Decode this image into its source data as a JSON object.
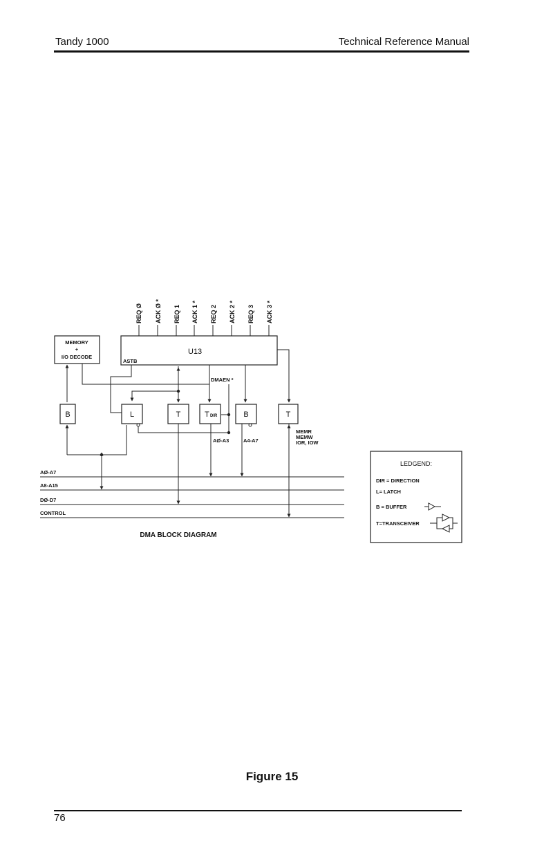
{
  "header": {
    "left": "Tandy 1000",
    "right": "Technical Reference Manual"
  },
  "diagram": {
    "signals": [
      "REQ Ø",
      "ACK Ø *",
      "REQ 1",
      "ACK 1 *",
      "REQ 2",
      "ACK 2 *",
      "REQ 3",
      "ACK 3 *"
    ],
    "chip_label": "U13",
    "astb_label": "ASTB",
    "decode_label_1": "MEMORY",
    "decode_label_2": "+",
    "decode_label_3": "I/O DECODE",
    "dmaen_label": "DMAEN *",
    "blocks": {
      "b_left": "B",
      "latch": "L",
      "trans_1": "T",
      "trans_dir": "T",
      "dir_sub": "DIR",
      "b_right": "B",
      "trans_right": "T"
    },
    "addr_low": "AØ-A3",
    "addr_high": "A4-A7",
    "mem_signals": [
      "MEMR",
      "MEMW",
      "IOR, IOW"
    ],
    "buses": [
      "AØ-A7",
      "A8-A15",
      "DØ-D7",
      "CONTROL"
    ],
    "title": "DMA BLOCK DIAGRAM"
  },
  "legend": {
    "title": "LEDGEND:",
    "items": [
      "DIR = DIRECTION",
      "L= LATCH",
      "B = BUFFER",
      "T=TRANSCEIVER"
    ]
  },
  "caption": "Figure 15",
  "page_number": "76"
}
